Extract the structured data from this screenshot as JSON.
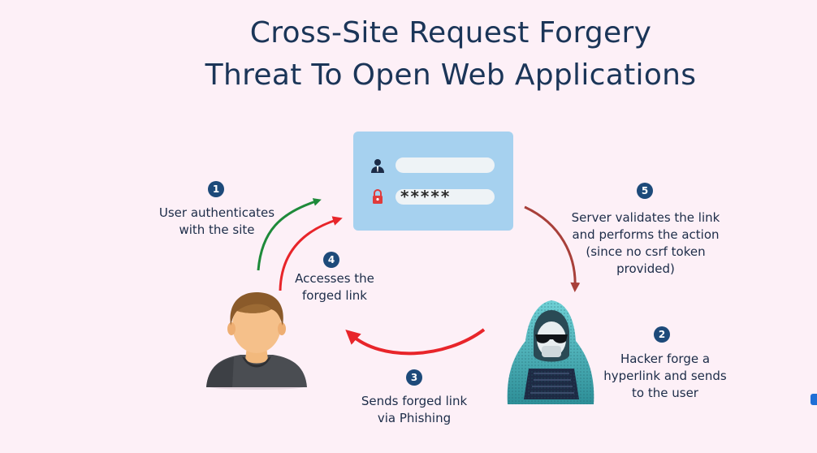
{
  "title": {
    "line1": "Cross-Site Request Forgery",
    "line2": "Threat To Open Web Applications"
  },
  "login_card": {
    "password_mask": "*****"
  },
  "steps": [
    {
      "number": "1",
      "line1": "User authenticates",
      "line2": "with the site"
    },
    {
      "number": "2",
      "line1": "Hacker forge a",
      "line2": "hyperlink and sends",
      "line3": "to the user"
    },
    {
      "number": "3",
      "line1": "Sends forged link",
      "line2": "via Phishing"
    },
    {
      "number": "4",
      "line1": "Accesses the",
      "line2": "forged link"
    },
    {
      "number": "5",
      "line1": "Server validates the link",
      "line2": "and performs the action",
      "line3": "(since no csrf token",
      "line4": "provided)"
    }
  ],
  "colors": {
    "background": "#fdf0f7",
    "title": "#1b3558",
    "card": "#a6d1ef",
    "step_badge": "#1d4a7a",
    "arrow_green": "#1e8a3a",
    "arrow_red": "#e8252a",
    "arrow_brown": "#a8403a"
  },
  "icons": [
    "user-icon",
    "lock-icon",
    "user-avatar",
    "hacker-avatar"
  ]
}
